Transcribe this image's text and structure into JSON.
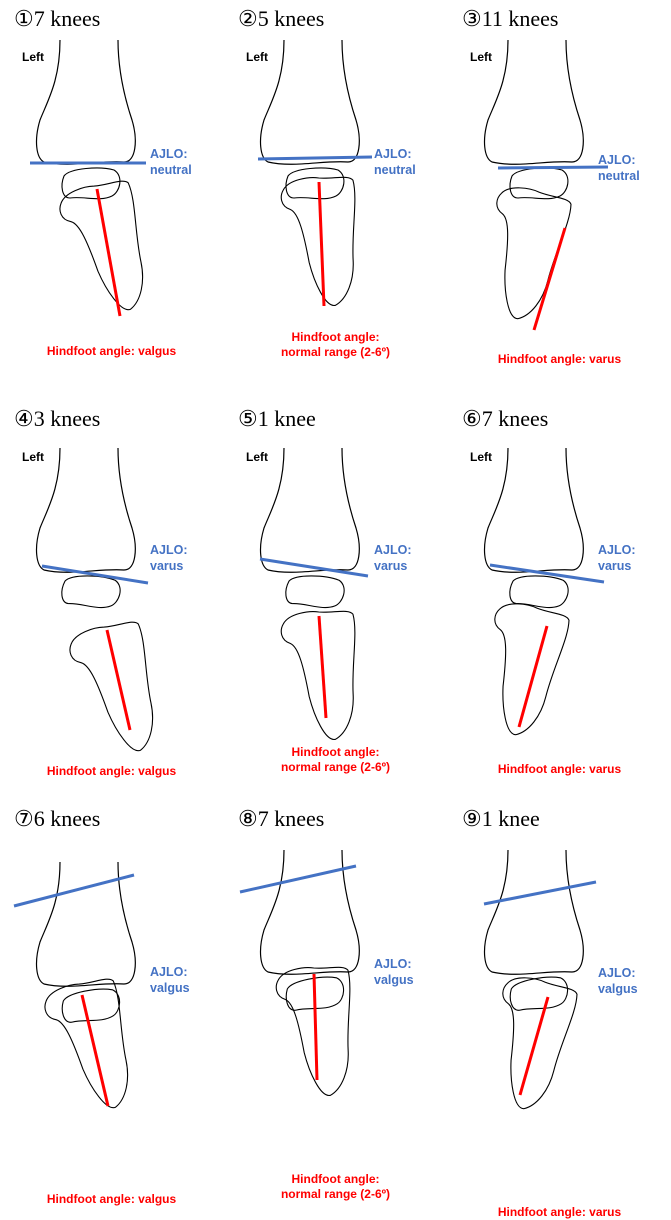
{
  "side_label": "Left",
  "colors": {
    "ajlo_line": "#4472c4",
    "hindfoot_line": "#ff0000",
    "outline": "#000000"
  },
  "panels": [
    {
      "title": "①7 knees",
      "show_side": true,
      "ajlo_label": "AJLO:",
      "ajlo_value": "neutral",
      "hindfoot": [
        "Hindfoot angle: valgus"
      ]
    },
    {
      "title": "②5 knees",
      "show_side": true,
      "ajlo_label": "AJLO:",
      "ajlo_value": "neutral",
      "hindfoot": [
        "Hindfoot angle:",
        "normal range (2-6º)"
      ]
    },
    {
      "title": "③11 knees",
      "show_side": true,
      "ajlo_label": "AJLO:",
      "ajlo_value": "neutral",
      "hindfoot": [
        "Hindfoot angle: varus"
      ]
    },
    {
      "title": "④3 knees",
      "show_side": true,
      "ajlo_label": "AJLO:",
      "ajlo_value": "varus",
      "hindfoot": [
        "Hindfoot angle: valgus"
      ]
    },
    {
      "title": "⑤1 knee",
      "show_side": true,
      "ajlo_label": "AJLO:",
      "ajlo_value": "varus",
      "hindfoot": [
        "Hindfoot angle:",
        "normal range (2-6º)"
      ]
    },
    {
      "title": "⑥7 knees",
      "show_side": true,
      "ajlo_label": "AJLO:",
      "ajlo_value": "varus",
      "hindfoot": [
        "Hindfoot angle: varus"
      ]
    },
    {
      "title": "⑦6 knees",
      "show_side": false,
      "ajlo_label": "AJLO:",
      "ajlo_value": "valgus",
      "hindfoot": [
        "Hindfoot angle: valgus"
      ]
    },
    {
      "title": "⑧7 knees",
      "show_side": false,
      "ajlo_label": "AJLO:",
      "ajlo_value": "valgus",
      "hindfoot": [
        "Hindfoot angle:",
        "normal range (2-6º)"
      ]
    },
    {
      "title": "⑨1 knee",
      "show_side": false,
      "ajlo_label": "AJLO:",
      "ajlo_value": "valgus",
      "hindfoot": [
        "Hindfoot angle: varus"
      ]
    }
  ]
}
